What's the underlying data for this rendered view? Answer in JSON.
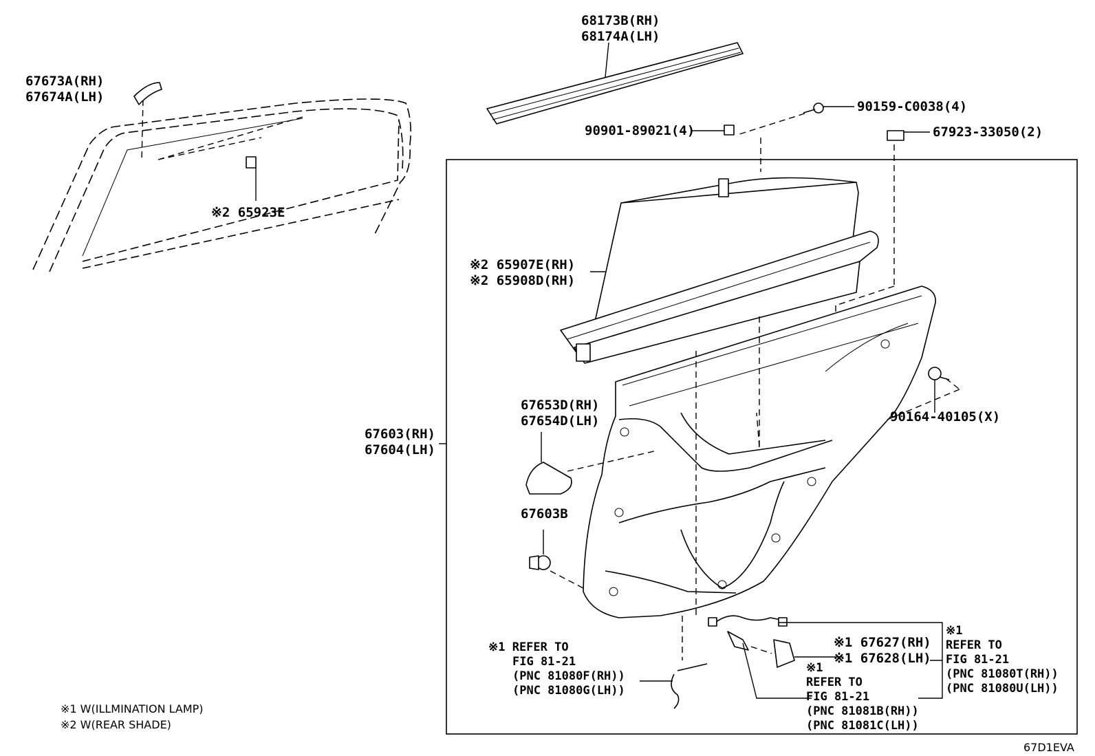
{
  "labels": {
    "p68173": "68173B(RH)",
    "p68174": "68174A(LH)",
    "p67673": "67673A(RH)",
    "p67674": "67674A(LH)",
    "p90159": "90159-C0038(4)",
    "p90901": "90901-89021(4)",
    "p67923": "67923-33050(2)",
    "p65923": "※2 65923E",
    "p65907": "※2 65907E(RH)",
    "p65908": "※2 65908D(RH)",
    "p67603": "67603(RH)",
    "p67604": "67604(LH)",
    "p67653": "67653D(RH)",
    "p67654": "67654D(LH)",
    "p67603b": "67603B",
    "p90164": "90164-40105(X)",
    "p67627": "※1 67627(RH)",
    "p67628": "※1 67628(LH)"
  },
  "refs": {
    "ref1": [
      "※1 REFER TO",
      "FIG 81-21",
      "(PNC 81080F(RH))",
      "(PNC 81080G(LH))"
    ],
    "ref2": [
      "※1",
      "REFER TO",
      "FIG 81-21",
      "(PNC 81081B(RH))",
      "(PNC 81081C(LH))"
    ],
    "ref3": [
      "※1",
      "REFER TO",
      "FIG 81-21",
      "(PNC 81080T(RH))",
      "(PNC 81080U(LH))"
    ]
  },
  "legend": {
    "note1": "※1 W(ILLMINATION LAMP)",
    "note2": "※2 W(REAR SHADE)"
  },
  "illustration_id": "67D1EVA"
}
